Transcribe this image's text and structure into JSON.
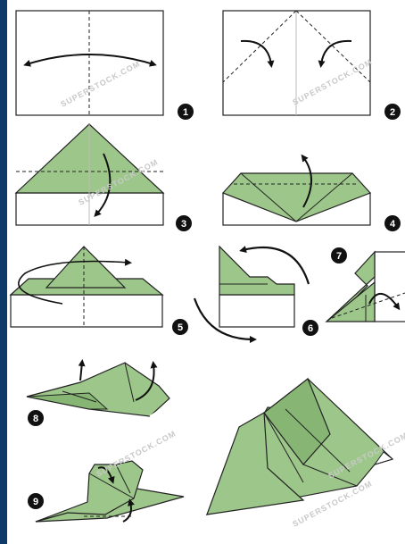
{
  "title": "",
  "step_numbers": [
    "1",
    "2",
    "3",
    "4",
    "5",
    "6",
    "7",
    "8",
    "9"
  ],
  "watermarks": [
    "SUPERSTOCK.COM",
    "SUPERSTOCK.COM",
    "SUPERSTOCK.COM",
    "SUPERSTOCK.COM",
    "SUPERSTOCK.COM",
    "SUPERSTOCK.COM"
  ],
  "colors": {
    "background_frame": "#0d3a66",
    "paper_white": "#ffffff",
    "paper_green": "#9dc78a",
    "green_dark": "#86b574",
    "outline": "#222222",
    "badge": "#111111"
  }
}
